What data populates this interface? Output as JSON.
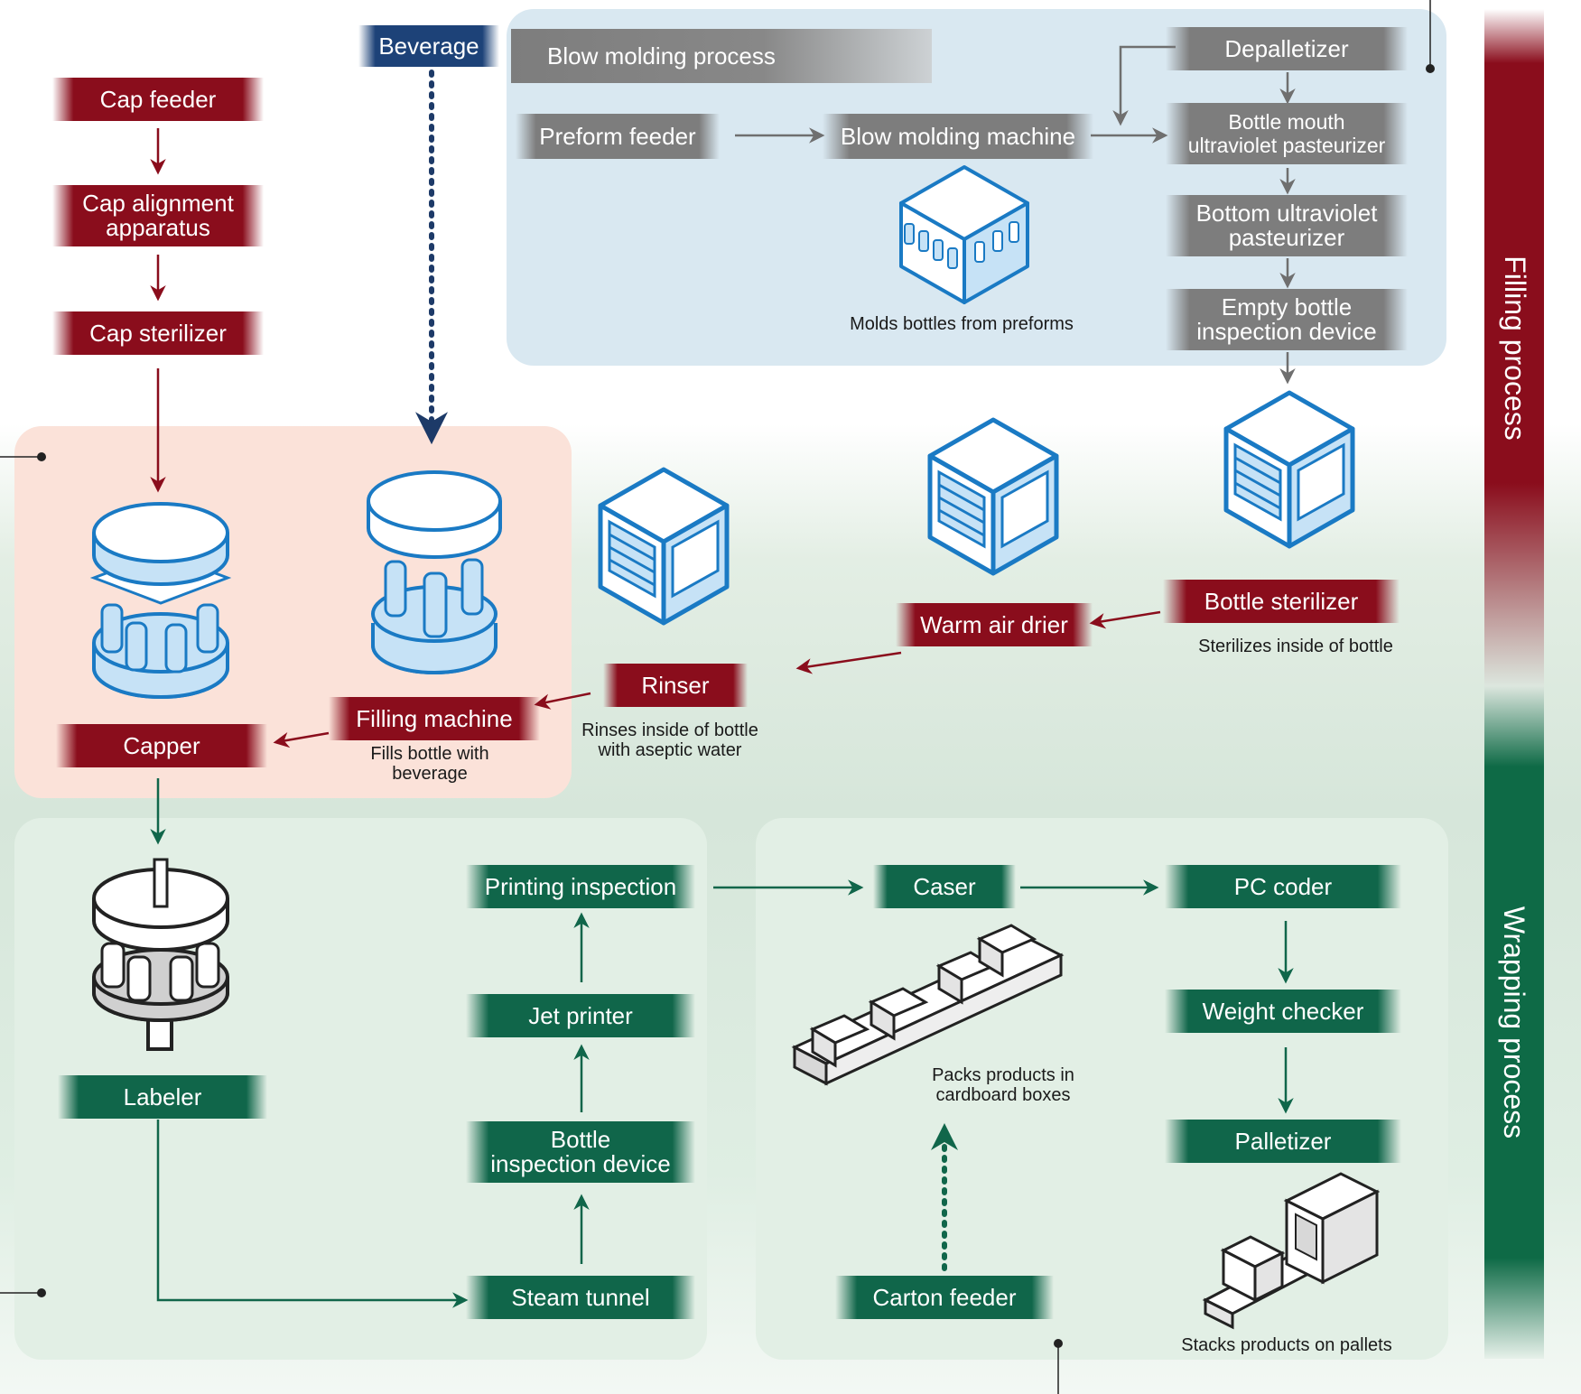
{
  "sections": {
    "filling": "Filling process",
    "wrapping": "Wrapping process"
  },
  "blow": {
    "title": "Blow molding process",
    "preform_feeder": "Preform feeder",
    "blow_molding_machine": "Blow molding machine",
    "caption": "Molds bottles from preforms",
    "depalletizer": "Depalletizer",
    "mouth_uv": [
      "Bottle mouth",
      "ultraviolet pasteurizer"
    ],
    "bottom_uv": [
      "Bottom ultraviolet",
      "pasteurizer"
    ],
    "empty_inspection": [
      "Empty bottle",
      "inspection device"
    ]
  },
  "beverage": "Beverage",
  "cap": {
    "feeder": "Cap feeder",
    "alignment": [
      "Cap alignment",
      "apparatus"
    ],
    "sterilizer": "Cap sterilizer"
  },
  "bottle_sterilizer": {
    "label": "Bottle sterilizer",
    "caption": "Sterilizes inside of bottle"
  },
  "warm_air_drier": "Warm air drier",
  "rinser": {
    "label": "Rinser",
    "caption": [
      "Rinses inside of bottle",
      "with aseptic water"
    ]
  },
  "filling_machine": {
    "label": "Filling machine",
    "caption": [
      "Fills bottle with",
      "beverage"
    ]
  },
  "capper": "Capper",
  "labeler": "Labeler",
  "steam_tunnel": "Steam tunnel",
  "bottle_inspection": [
    "Bottle",
    "inspection device"
  ],
  "jet_printer": "Jet printer",
  "printing_inspection": "Printing inspection",
  "caser": {
    "label": "Caser",
    "caption": [
      "Packs products in",
      "cardboard boxes"
    ]
  },
  "carton_feeder": "Carton feeder",
  "pc_coder": "PC coder",
  "weight_checker": "Weight checker",
  "palletizer": {
    "label": "Palletizer",
    "caption": "Stacks products on pallets"
  },
  "colors": {
    "red": "#8a0d1c",
    "green": "#10664a",
    "grey": "#7d7d7d",
    "navy": "#1d4278",
    "machine_blue": "#1a7ac4"
  }
}
